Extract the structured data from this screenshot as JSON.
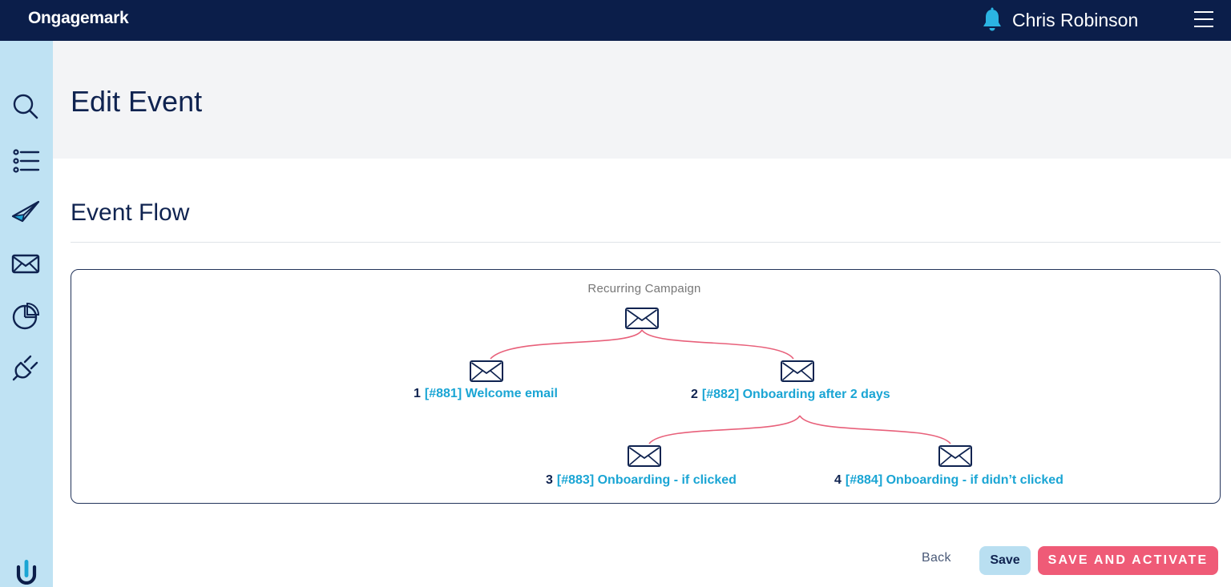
{
  "app": {
    "brand": "Ongagemark",
    "user_name": "Chris Robinson"
  },
  "icons": {
    "bell": "bell-icon",
    "menu": "hamburger-menu-icon",
    "sidebar": [
      "search-icon",
      "list-icon",
      "paper-plane-icon",
      "mail-icon",
      "pie-chart-icon",
      "plug-icon"
    ],
    "logo": "ongage-logo-icon"
  },
  "page": {
    "title": "Edit Event",
    "section_title": "Event Flow"
  },
  "flow": {
    "root_label": "Recurring Campaign",
    "nodes": [
      {
        "number": "1",
        "label": "[#881] Welcome email"
      },
      {
        "number": "2",
        "label": "[#882] Onboarding after 2 days"
      },
      {
        "number": "3",
        "label": "[#883] Onboarding - if clicked"
      },
      {
        "number": "4",
        "label": "[#884] Onboarding - if didn’t clicked"
      }
    ]
  },
  "actions": {
    "back": "Back",
    "save": "Save",
    "save_activate": "SAVE AND ACTIVATE"
  },
  "colors": {
    "topbar": "#0b1e4a",
    "sidebar": "#bfe2f3",
    "accent_link": "#1aa5d4",
    "connector": "#e8607a",
    "activate_button": "#ef5b77",
    "save_button": "#b9dff1"
  }
}
